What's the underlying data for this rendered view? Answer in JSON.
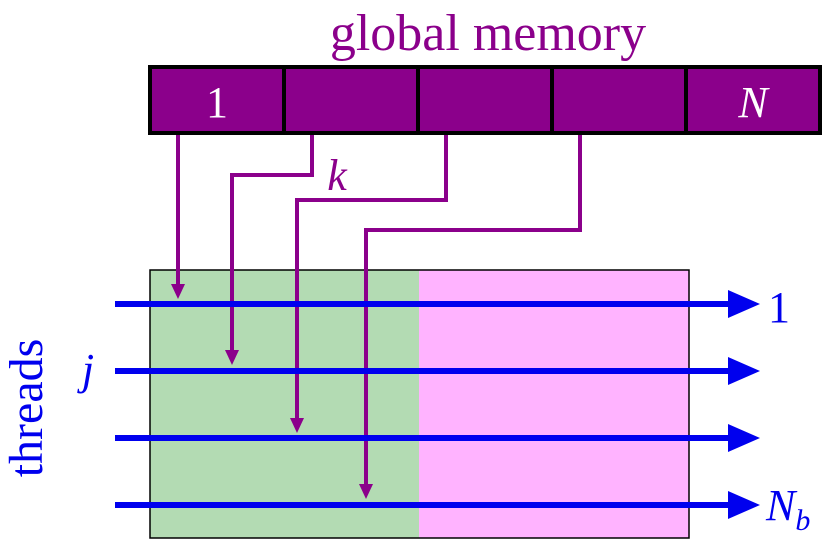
{
  "title": "global memory",
  "memory_cells": [
    "1",
    "",
    "",
    "",
    "N"
  ],
  "copy_label": "k",
  "axis_label": "threads",
  "thread_label_left": "j",
  "thread_labels_right": [
    "1",
    "",
    "",
    "N"
  ],
  "thread_label_right_subscript": "b",
  "colors": {
    "memory": "#8b008b",
    "arrows": "#0000ee",
    "region_left": "#b3dbb3",
    "region_right": "#ffb3ff",
    "label_blue": "#0000ee",
    "label_purple": "#8b008b"
  }
}
